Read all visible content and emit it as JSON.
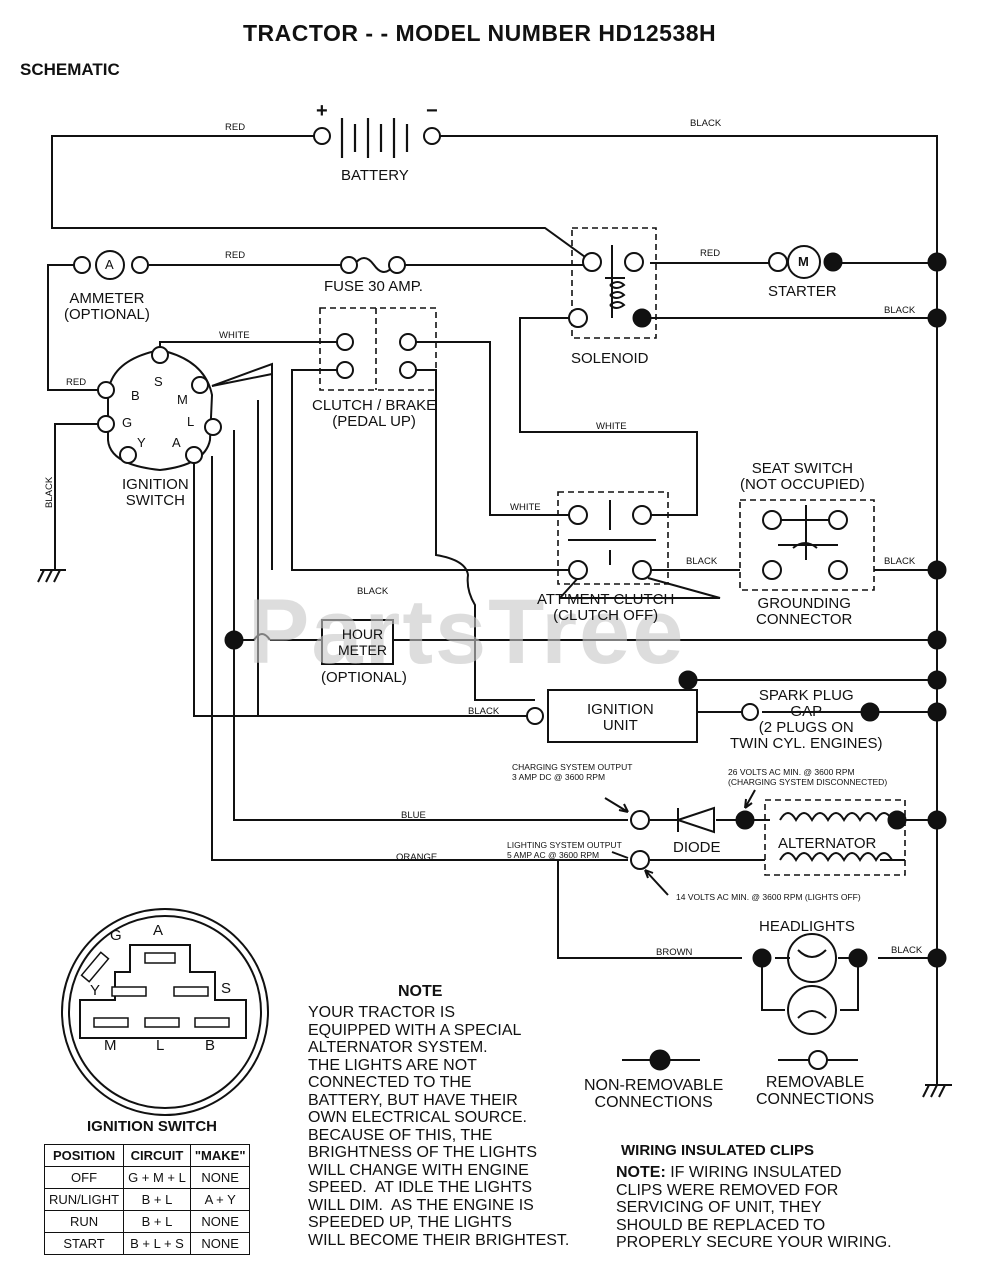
{
  "title": "TRACTOR - - MODEL NUMBER HD12538H",
  "subtitle": "SCHEMATIC",
  "watermark": "PartsTree",
  "components": {
    "battery": "BATTERY",
    "battery_plus": "+",
    "battery_minus": "−",
    "ammeter": "AMMETER\n(OPTIONAL)",
    "ammeter_symbol": "A",
    "fuse": "FUSE 30 AMP.",
    "solenoid": "SOLENOID",
    "starter": "STARTER",
    "starter_symbol": "M",
    "clutch_brake": "CLUTCH / BRAKE\n(PEDAL UP)",
    "ignition_switch": "IGNITION\nSWITCH",
    "seat_switch": "SEAT SWITCH\n(NOT OCCUPIED)",
    "grounding_connector": "GROUNDING\nCONNECTOR",
    "attment_clutch": "ATT'MENT CLUTCH\n(CLUTCH OFF)",
    "hour_meter": "HOUR\nMETER",
    "hour_meter_optional": "(OPTIONAL)",
    "ignition_unit": "IGNITION\nUNIT",
    "spark_plug": "SPARK PLUG\nGAP\n(2 PLUGS ON\nTWIN CYL. ENGINES)",
    "diode": "DIODE",
    "alternator": "ALTERNATOR",
    "headlights": "HEADLIGHTS",
    "charging_output": "CHARGING SYSTEM OUTPUT\n3 AMP DC @ 3600 RPM",
    "charging_disconnected": "26 VOLTS AC MIN. @ 3600 RPM\n(CHARGING SYSTEM DISCONNECTED)",
    "lighting_output": "LIGHTING SYSTEM OUTPUT\n5 AMP AC @ 3600 RPM",
    "lights_off": "14 VOLTS AC MIN. @ 3600 RPM (LIGHTS OFF)"
  },
  "terminals": {
    "S": "S",
    "M": "M",
    "B": "B",
    "L": "L",
    "G": "G",
    "Y": "Y",
    "A": "A"
  },
  "wires": {
    "red": "RED",
    "black": "BLACK",
    "white": "WHITE",
    "blue": "BLUE",
    "orange": "ORANGE",
    "brown": "BROWN"
  },
  "legend": {
    "non_removable": "NON-REMOVABLE\nCONNECTIONS",
    "removable": "REMOVABLE\nCONNECTIONS"
  },
  "note": {
    "title": "NOTE",
    "text": "YOUR TRACTOR IS\nEQUIPPED WITH A SPECIAL\nALTERNATOR SYSTEM.\nTHE LIGHTS ARE NOT\nCONNECTED TO THE\nBATTERY, BUT HAVE THEIR\nOWN ELECTRICAL SOURCE.\nBECAUSE OF THIS, THE\nBRIGHTNESS OF THE LIGHTS\nWILL CHANGE WITH ENGINE\nSPEED.  AT IDLE THE LIGHTS\nWILL DIM.  AS THE ENGINE IS\nSPEEDED UP, THE LIGHTS\nWILL BECOME THEIR BRIGHTEST."
  },
  "clips": {
    "title": "WIRING INSULATED CLIPS",
    "text_bold": "NOTE:",
    "text": " IF WIRING INSULATED\nCLIPS WERE REMOVED FOR\nSERVICING OF UNIT, THEY\nSHOULD BE REPLACED TO\nPROPERLY SECURE YOUR WIRING."
  },
  "ignition_table": {
    "title": "IGNITION SWITCH",
    "headers": [
      "POSITION",
      "CIRCUIT",
      "\"MAKE\""
    ],
    "rows": [
      [
        "OFF",
        "G + M + L",
        "NONE"
      ],
      [
        "RUN/LIGHT",
        "B + L",
        "A + Y"
      ],
      [
        "RUN",
        "B + L",
        "NONE"
      ],
      [
        "START",
        "B + L + S",
        "NONE"
      ]
    ]
  }
}
